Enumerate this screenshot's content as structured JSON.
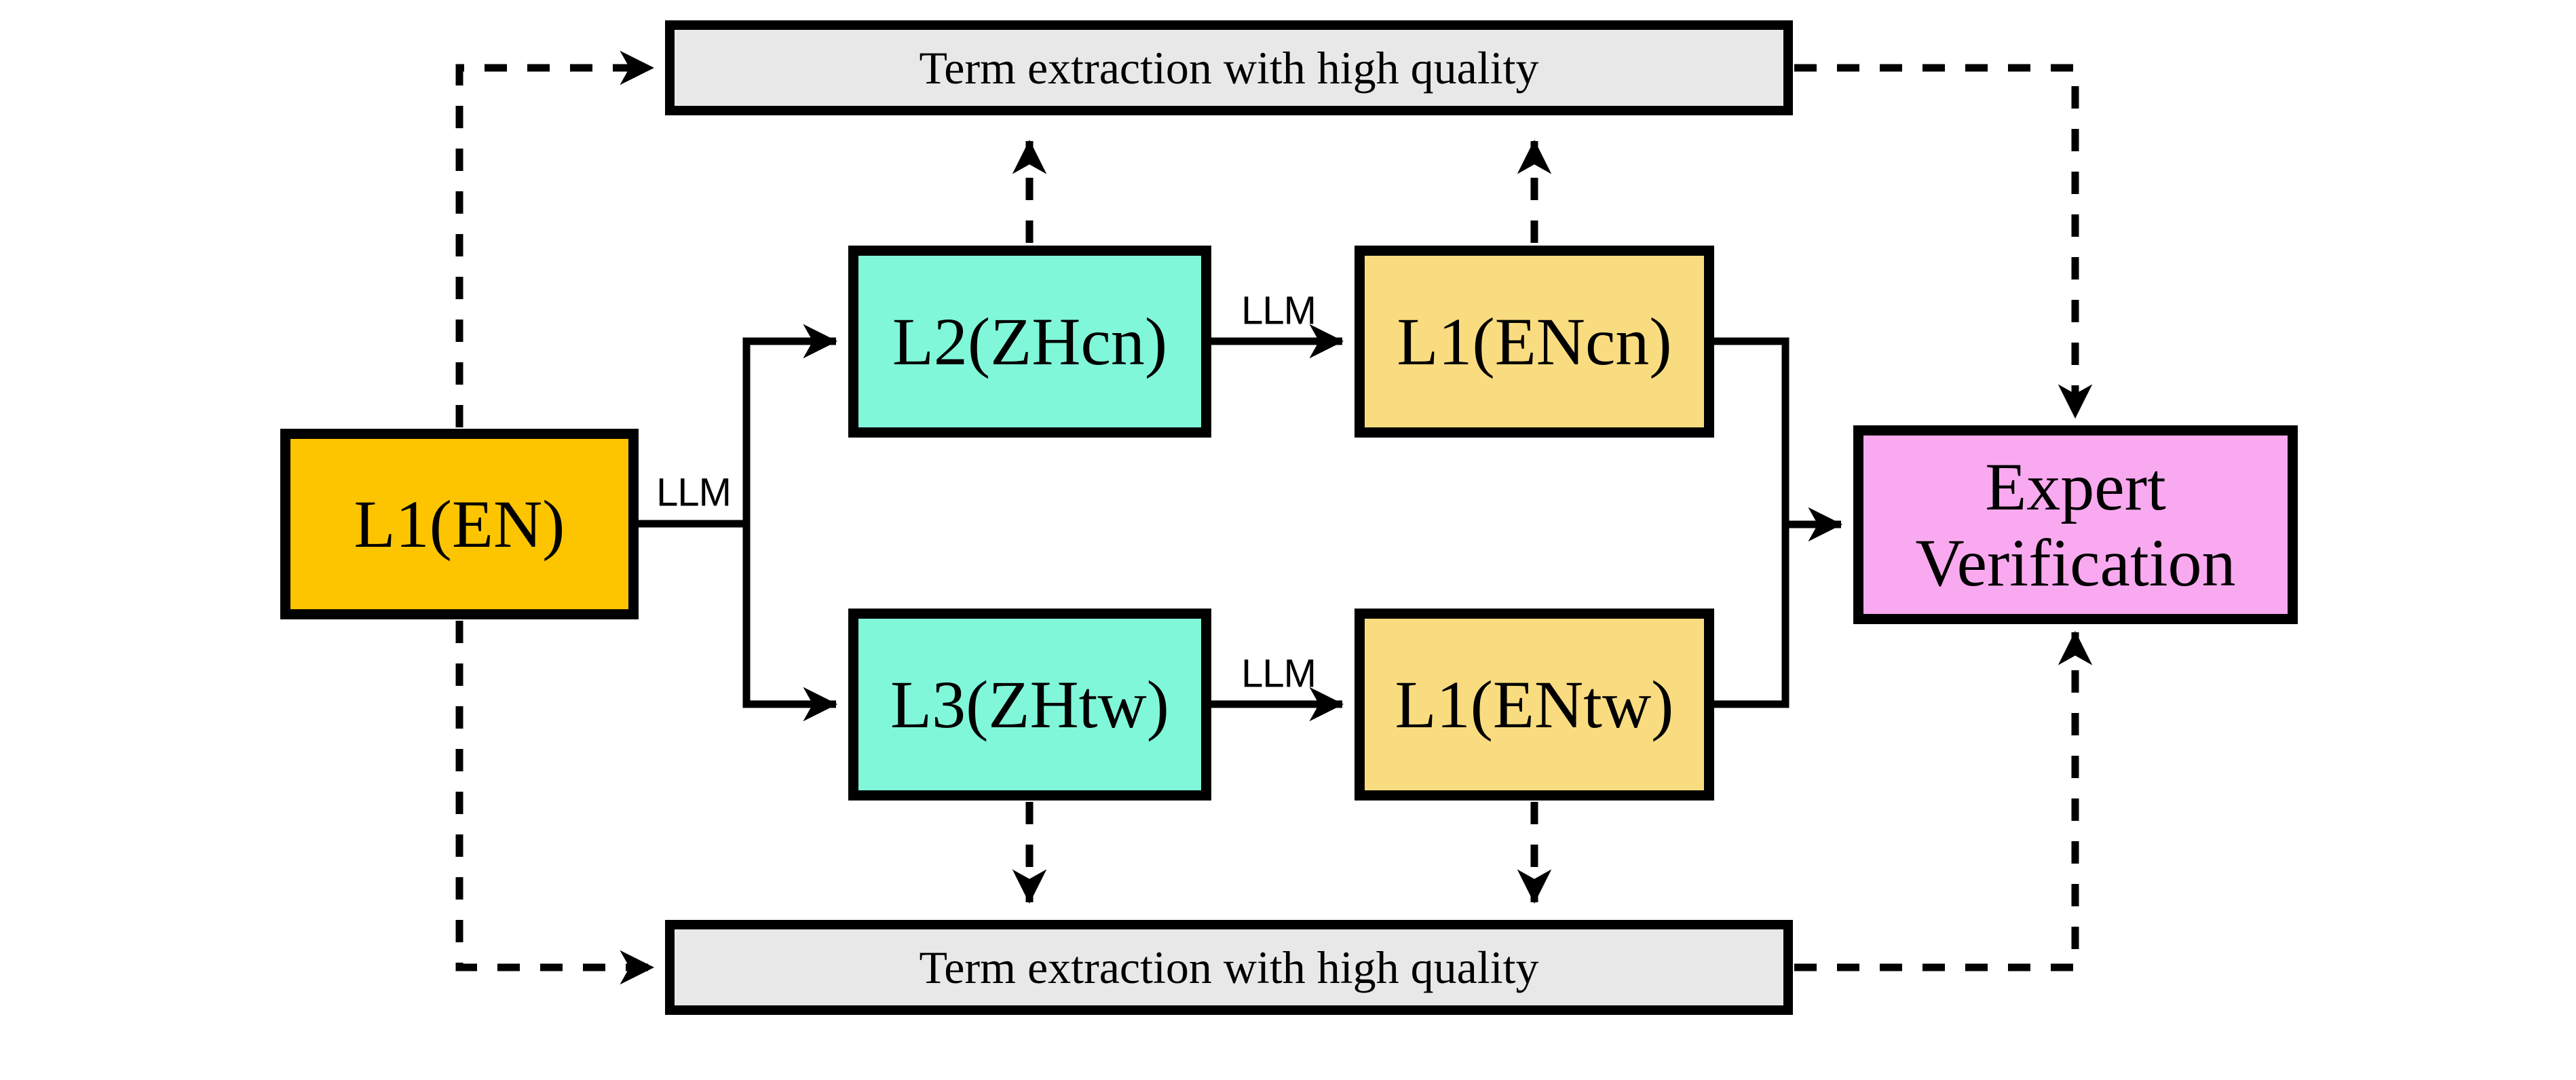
{
  "figure": {
    "background": "#ffffff",
    "line_color": "#000000",
    "bars": {
      "top": {
        "label": "Term extraction with high quality",
        "fill": "#E8E8E8"
      },
      "bottom": {
        "label": "Term extraction with high quality",
        "fill": "#E8E8E8"
      }
    },
    "nodes": {
      "l1_en": {
        "label": "L1(EN)",
        "fill": "#FCC500"
      },
      "l2_zhcn": {
        "label": "L2(ZHcn)",
        "fill": "#80F7D9"
      },
      "l1_encn": {
        "label": "L1(ENcn)",
        "fill": "#F9DC80"
      },
      "l3_zhtw": {
        "label": "L3(ZHtw)",
        "fill": "#80F7D9"
      },
      "l1_entw": {
        "label": "L1(ENtw)",
        "fill": "#F9DC80"
      },
      "expert": {
        "label": "Expert Verification",
        "fill": "#F9A9EF"
      }
    },
    "edge_labels": {
      "llm_en_branch": "LLM",
      "llm_zhcn_encn": "LLM",
      "llm_zhtw_entw": "LLM"
    }
  }
}
